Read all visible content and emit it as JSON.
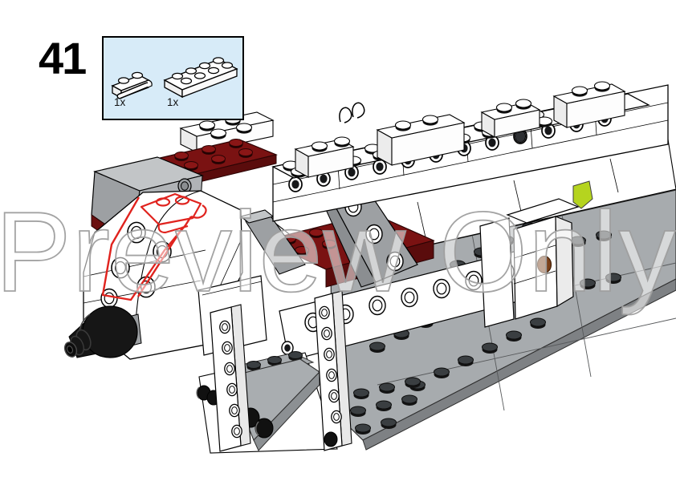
{
  "page": {
    "step_number": "41",
    "watermark_text": "Preview Only"
  },
  "parts_callout": {
    "background_color": "#d7ebf8",
    "border_color": "#000000",
    "parts": [
      {
        "name": "plate-1x2-with-door-rail",
        "color_name": "White",
        "quantity": "1x"
      },
      {
        "name": "plate-2x4",
        "color_name": "White",
        "quantity": "1x"
      }
    ]
  },
  "diagram": {
    "kind": "lego-assembly-isometric-view",
    "highlight_color": "#e0231e",
    "colors": {
      "brick_white": "#ffffff",
      "outline_black": "#000000",
      "plate_dark_red": "#7a1212",
      "plate_dark_red_shadow": "#5a0c0c",
      "floor_gray": "#a7abae",
      "wedge_gray": "#9da0a3",
      "lime_accent": "#b5d41f",
      "reddish_brown_dot": "#7b3f19",
      "cone_black": "#161616",
      "watermark_gray": "#9e9e9e"
    }
  }
}
